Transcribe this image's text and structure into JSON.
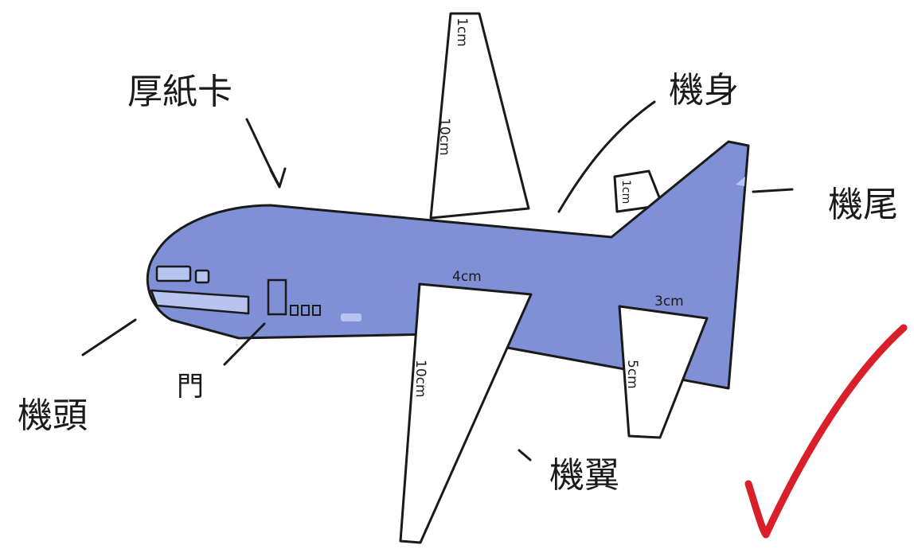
{
  "labels": {
    "cardboard": "厚紙卡",
    "fuselage": "機身",
    "tail": "機尾",
    "nose": "機頭",
    "door": "門",
    "wing": "機翼"
  },
  "dimensions": {
    "top_wing_tip": "1cm",
    "top_wing_length": "10cm",
    "fin_small": "1cm",
    "main_wing_root": "4cm",
    "main_wing_length": "10cm",
    "tail_wing_root": "3cm",
    "tail_wing_length": "5cm"
  },
  "colors": {
    "body_blue": "#7f90d6",
    "window_light": "#b8c4f0",
    "check_red": "#d81f2a"
  },
  "icons": {
    "check": "check-mark-icon"
  }
}
